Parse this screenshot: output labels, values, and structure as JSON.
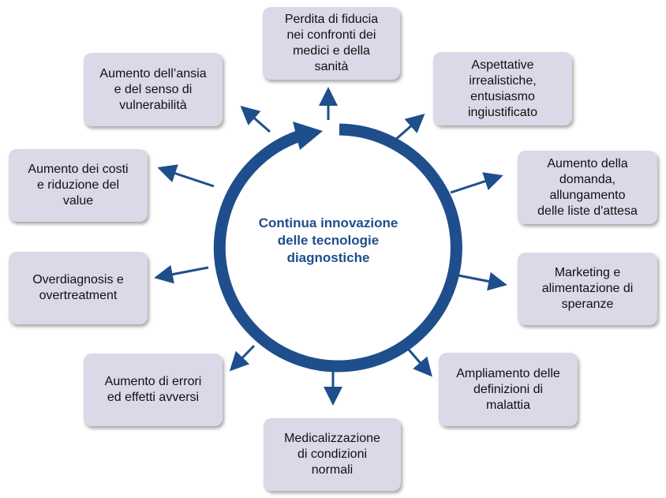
{
  "center": {
    "label": "Continua innovazione\ndelle tecnologie\ndiagnostiche"
  },
  "nodes": [
    {
      "id": "top",
      "label": "Perdita di fiducia\nnei  confronti dei\nmedici e della\nsanità"
    },
    {
      "id": "top-right",
      "label": "Aspettative\nirrealistiche,\nentusiasmo\ningiustificato"
    },
    {
      "id": "right-upper",
      "label": "Aumento della\ndomanda,\nallungamento\ndelle liste d'attesa"
    },
    {
      "id": "right-lower",
      "label": "Marketing e\nalimentazione di\nsperanze"
    },
    {
      "id": "bottom-right",
      "label": "Ampliamento delle\ndefinizioni di\nmalattia"
    },
    {
      "id": "bottom",
      "label": "Medicalizzazione\ndi condizioni\nnormali"
    },
    {
      "id": "bottom-left",
      "label": "Aumento di errori\ned effetti avversi"
    },
    {
      "id": "left-lower",
      "label": "Overdiagnosis e\novertreatment"
    },
    {
      "id": "left-upper",
      "label": "Aumento dei costi\ne riduzione del\nvalue"
    },
    {
      "id": "top-left",
      "label": "Aumento dell’ansia\ne del senso di\nvulnerabilità"
    }
  ],
  "colors": {
    "cycle": "#1f4e8c",
    "box_fill": "#d9d9e8",
    "text": "#111111"
  }
}
